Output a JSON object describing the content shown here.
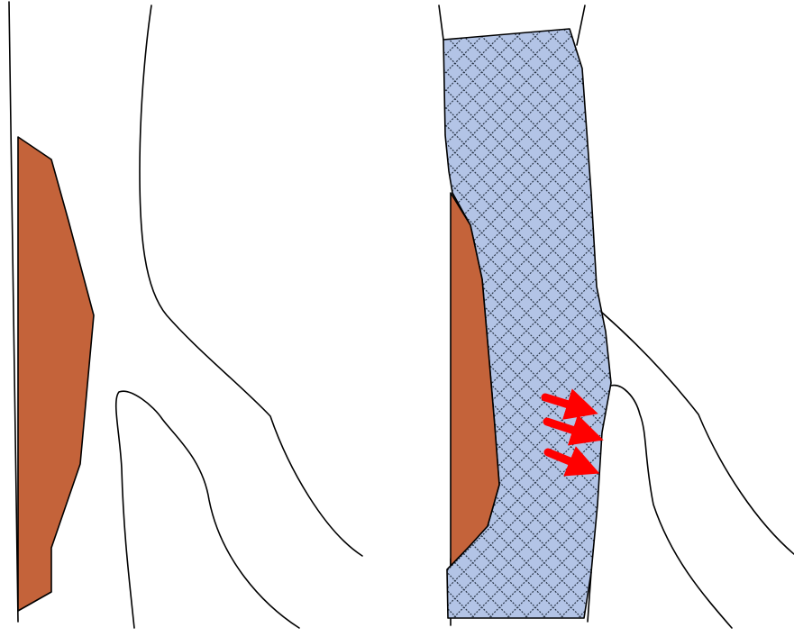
{
  "figure": {
    "panels": [
      {
        "id": "left",
        "shapes": [
          "tube-outline",
          "branch-upper",
          "branch-lower",
          "deposit-region"
        ]
      },
      {
        "id": "right",
        "shapes": [
          "tube-outline",
          "branch-upper",
          "branch-lower",
          "deposit-region",
          "hatched-region",
          "flow-arrows"
        ]
      }
    ],
    "colors": {
      "deposit_fill": "#C4633A",
      "hatch_background": "#B3C4E6",
      "hatch_lines": "#1E2A3A",
      "arrow_color": "#FF0000",
      "outline": "#000000"
    },
    "arrow_count": 3
  }
}
